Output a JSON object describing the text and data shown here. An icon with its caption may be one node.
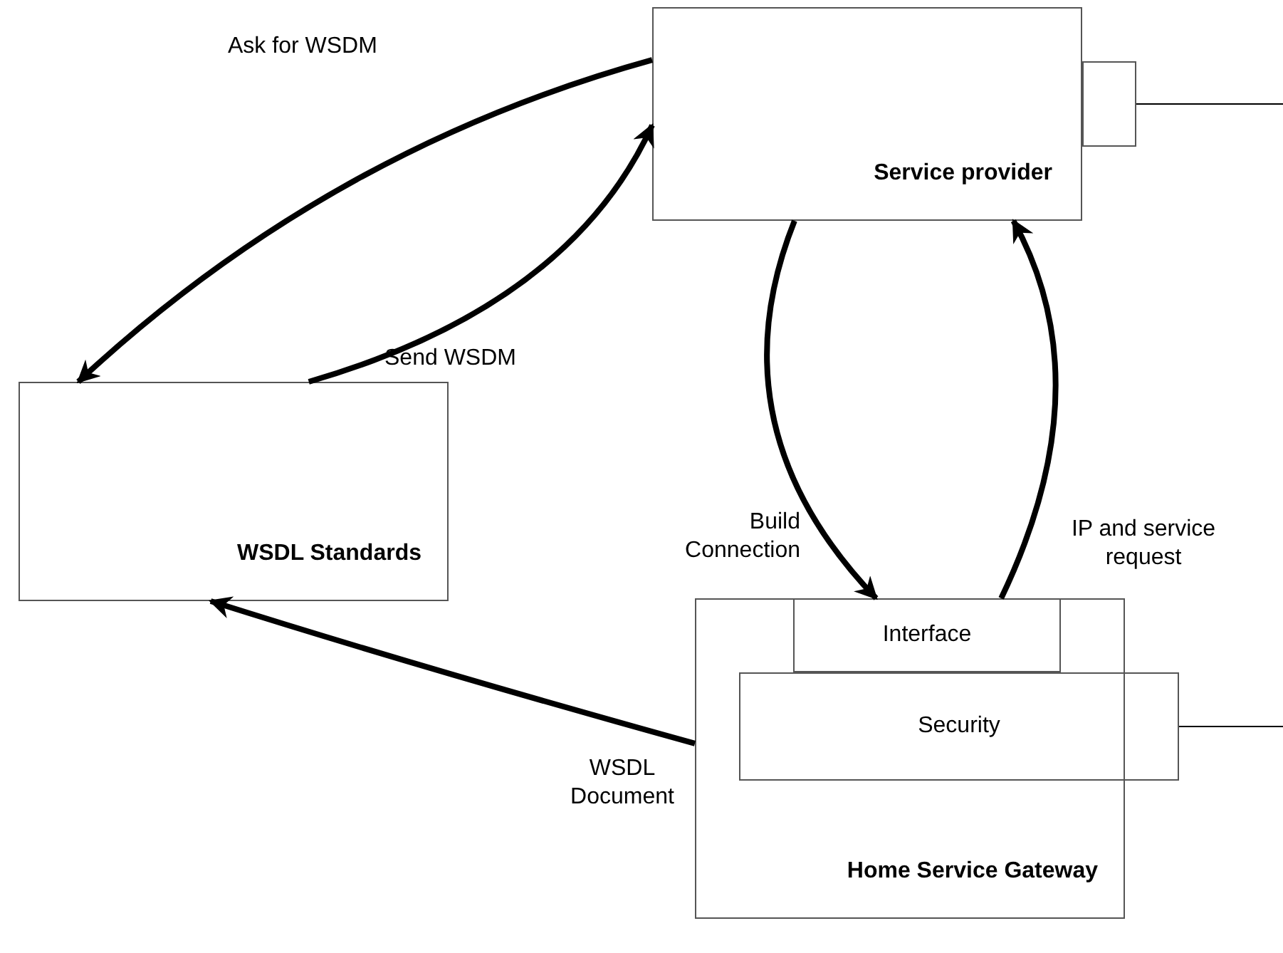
{
  "diagram": {
    "nodes": [
      {
        "text": [
          "Service provider"
        ]
      },
      {
        "text": [],
        "shape": "box"
      },
      {
        "text": [
          "WSDL Standards"
        ]
      },
      {
        "text": [
          "Home Service Gateway"
        ]
      },
      {
        "text": [
          "Interface"
        ],
        "in": 3
      },
      {
        "text": [
          "Security"
        ]
      }
    ],
    "edges": [
      {
        "from": 0,
        "to": 2,
        "arrow": "to",
        "label": "Ask for WSDM"
      },
      {
        "from": 2,
        "to": 0,
        "arrow": "to",
        "label": "Send WSDM"
      },
      {
        "from": 0,
        "to": 4,
        "arrow": "to",
        "label": "Build Connection"
      },
      {
        "from": 4,
        "to": 0,
        "arrow": "to",
        "label": "IP and service request"
      },
      {
        "from": 3,
        "to": 2,
        "arrow": "to",
        "label": "WSDL Document"
      },
      {
        "from": 1,
        "to": null,
        "arrow": "none"
      },
      {
        "from": 5,
        "to": null,
        "arrow": "none"
      }
    ]
  }
}
